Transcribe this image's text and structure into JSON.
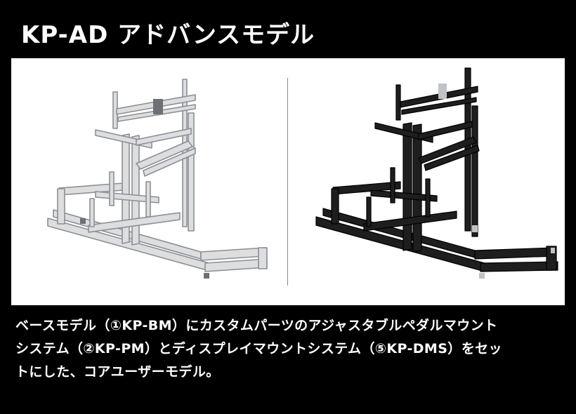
{
  "header": {
    "title": "KP-AD アドバンスモデル"
  },
  "colors": {
    "background": "#000000",
    "panel": "#ffffff",
    "silver_frame": "#d9dbdd",
    "silver_edge": "#8c8f93",
    "black_frame": "#1e1e1e"
  },
  "images": {
    "left_label": "silver-rig-image",
    "right_label": "black-rig-image"
  },
  "description": {
    "lines": [
      "ベースモデル（①KP-BM）にカスタムパーツのアジャスタブルペダルマウント",
      "システム（②KP-PM）とディスプレイマウントシステム（⑤KP-DMS）をセッ",
      "トにした、コアユーザーモデル。"
    ]
  }
}
